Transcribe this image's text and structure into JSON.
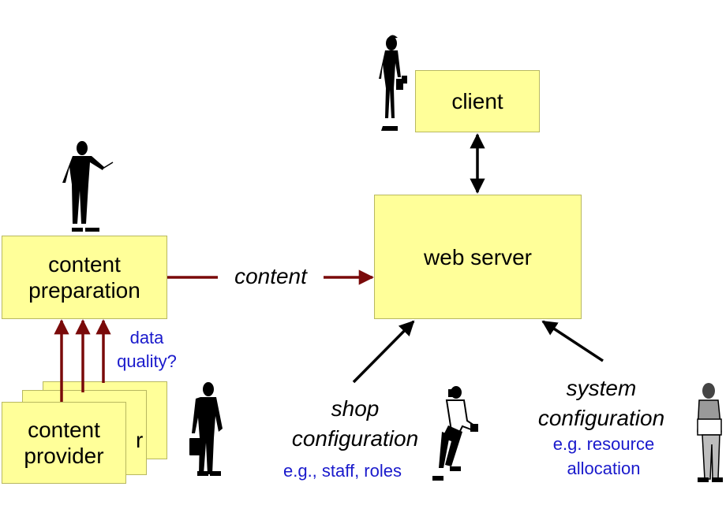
{
  "boxes": {
    "client": "client",
    "web_server": "web server",
    "content_preparation": "content preparation",
    "content_provider": "content provider"
  },
  "flow_labels": {
    "content": "content",
    "shop_configuration": "shop configuration",
    "system_configuration": "system configuration"
  },
  "notes": {
    "data_quality": "data quality?",
    "shop_example": "e.g., staff, roles",
    "system_example": "e.g. resource allocation"
  },
  "colors": {
    "box_fill": "#ffff99",
    "content_arrow": "#7a0a0a",
    "note_text": "#1a1acc",
    "black_arrow": "#000000"
  },
  "icons": [
    "person-pointing-icon",
    "person-woman-icon",
    "person-businessman-icon",
    "person-sitting-phone-icon",
    "person-with-clipboard-icon"
  ]
}
